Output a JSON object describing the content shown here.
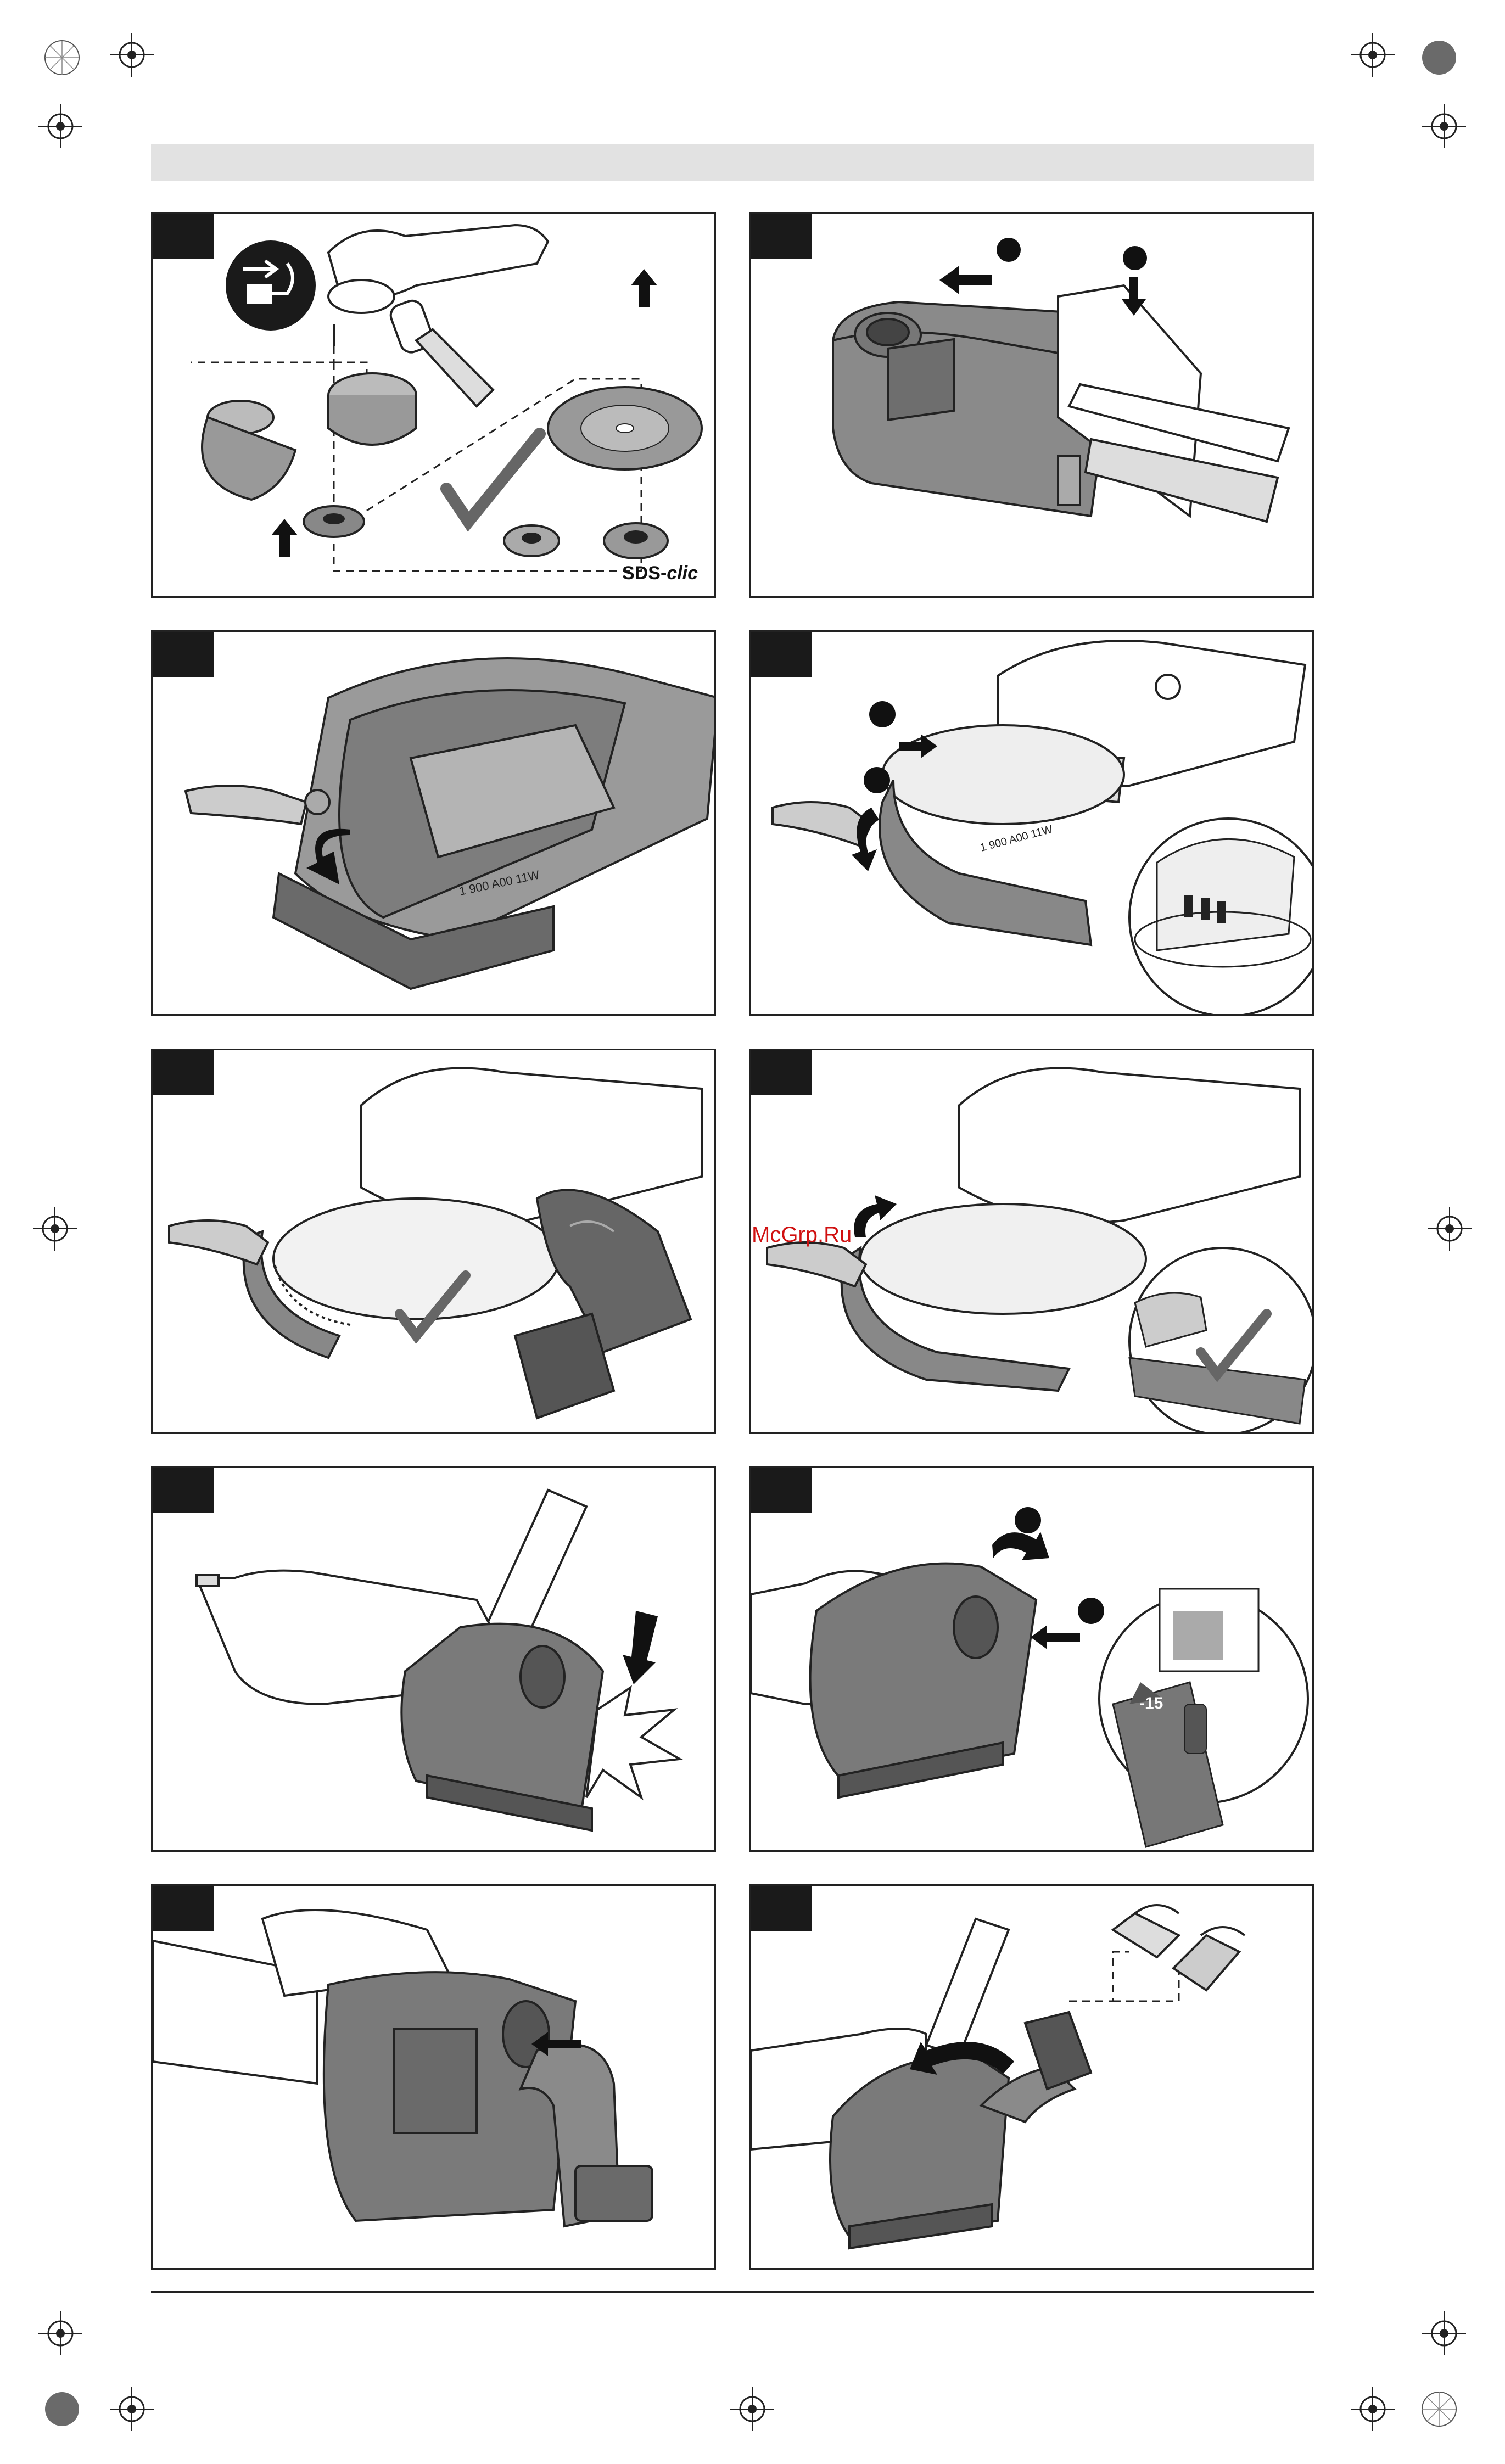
{
  "watermark": "McGrp.Ru",
  "panels": {
    "p1": {
      "sds_prefix": "SDS-",
      "sds_suffix": "clic"
    },
    "p3": {
      "blade_text": "1 900 A00 11W"
    },
    "p4": {
      "blade_text": "1 900 A00 11W"
    },
    "p8": {
      "dial_value": "-15"
    }
  },
  "colors": {
    "ink": "#222222",
    "guard_fill": "#8a8a8a",
    "guard_dark": "#5e5e5e",
    "tab": "#1a1a1a",
    "header": "#e2e2e2",
    "watermark": "#d01010"
  }
}
